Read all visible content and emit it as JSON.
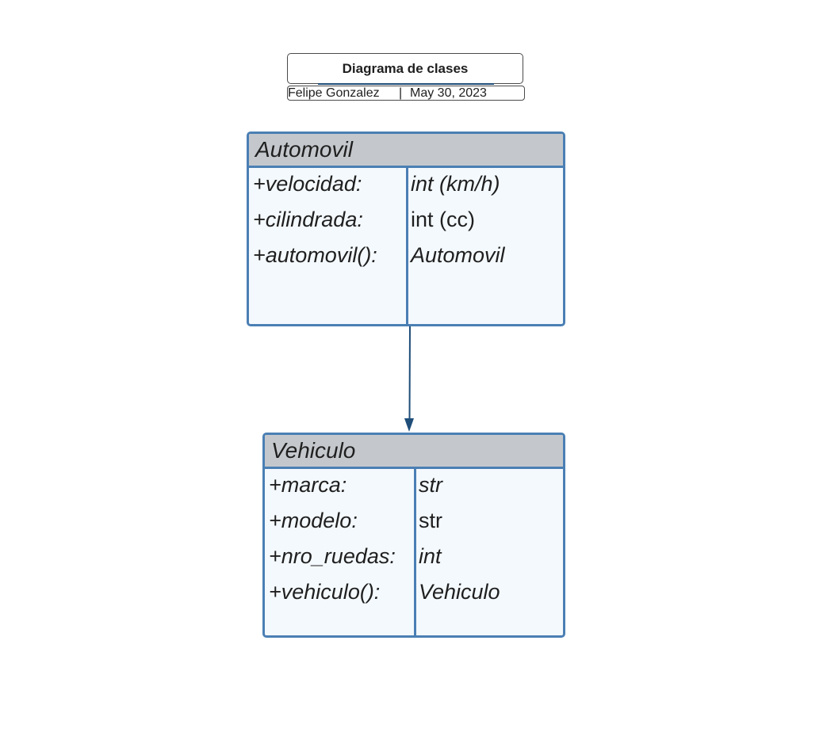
{
  "header": {
    "title": "Diagrama de clases",
    "author": "Felipe Gonzalez",
    "separator": "|",
    "date": "May 30, 2023"
  },
  "classes": {
    "automovil": {
      "name": "Automovil",
      "rows": [
        {
          "name": "+velocidad:",
          "type": "int (km/h)"
        },
        {
          "name": "+cilindrada:",
          "type": "int (cc)"
        },
        {
          "name": "+automovil():",
          "type": "Automovil"
        }
      ]
    },
    "vehiculo": {
      "name": "Vehiculo",
      "rows": [
        {
          "name": "+marca:",
          "type": "str"
        },
        {
          "name": "+modelo:",
          "type": "str"
        },
        {
          "name": "+nro_ruedas:",
          "type": "int"
        },
        {
          "name": "+vehiculo():",
          "type": "Vehiculo"
        }
      ]
    }
  },
  "colors": {
    "class_border": "#4b7fb4",
    "class_header": "#c4c8cc",
    "class_body": "#f4f9fd",
    "connector": "#1f4e79"
  },
  "relationship": {
    "from": "Automovil",
    "to": "Vehiculo",
    "type": "inheritance-arrow"
  }
}
